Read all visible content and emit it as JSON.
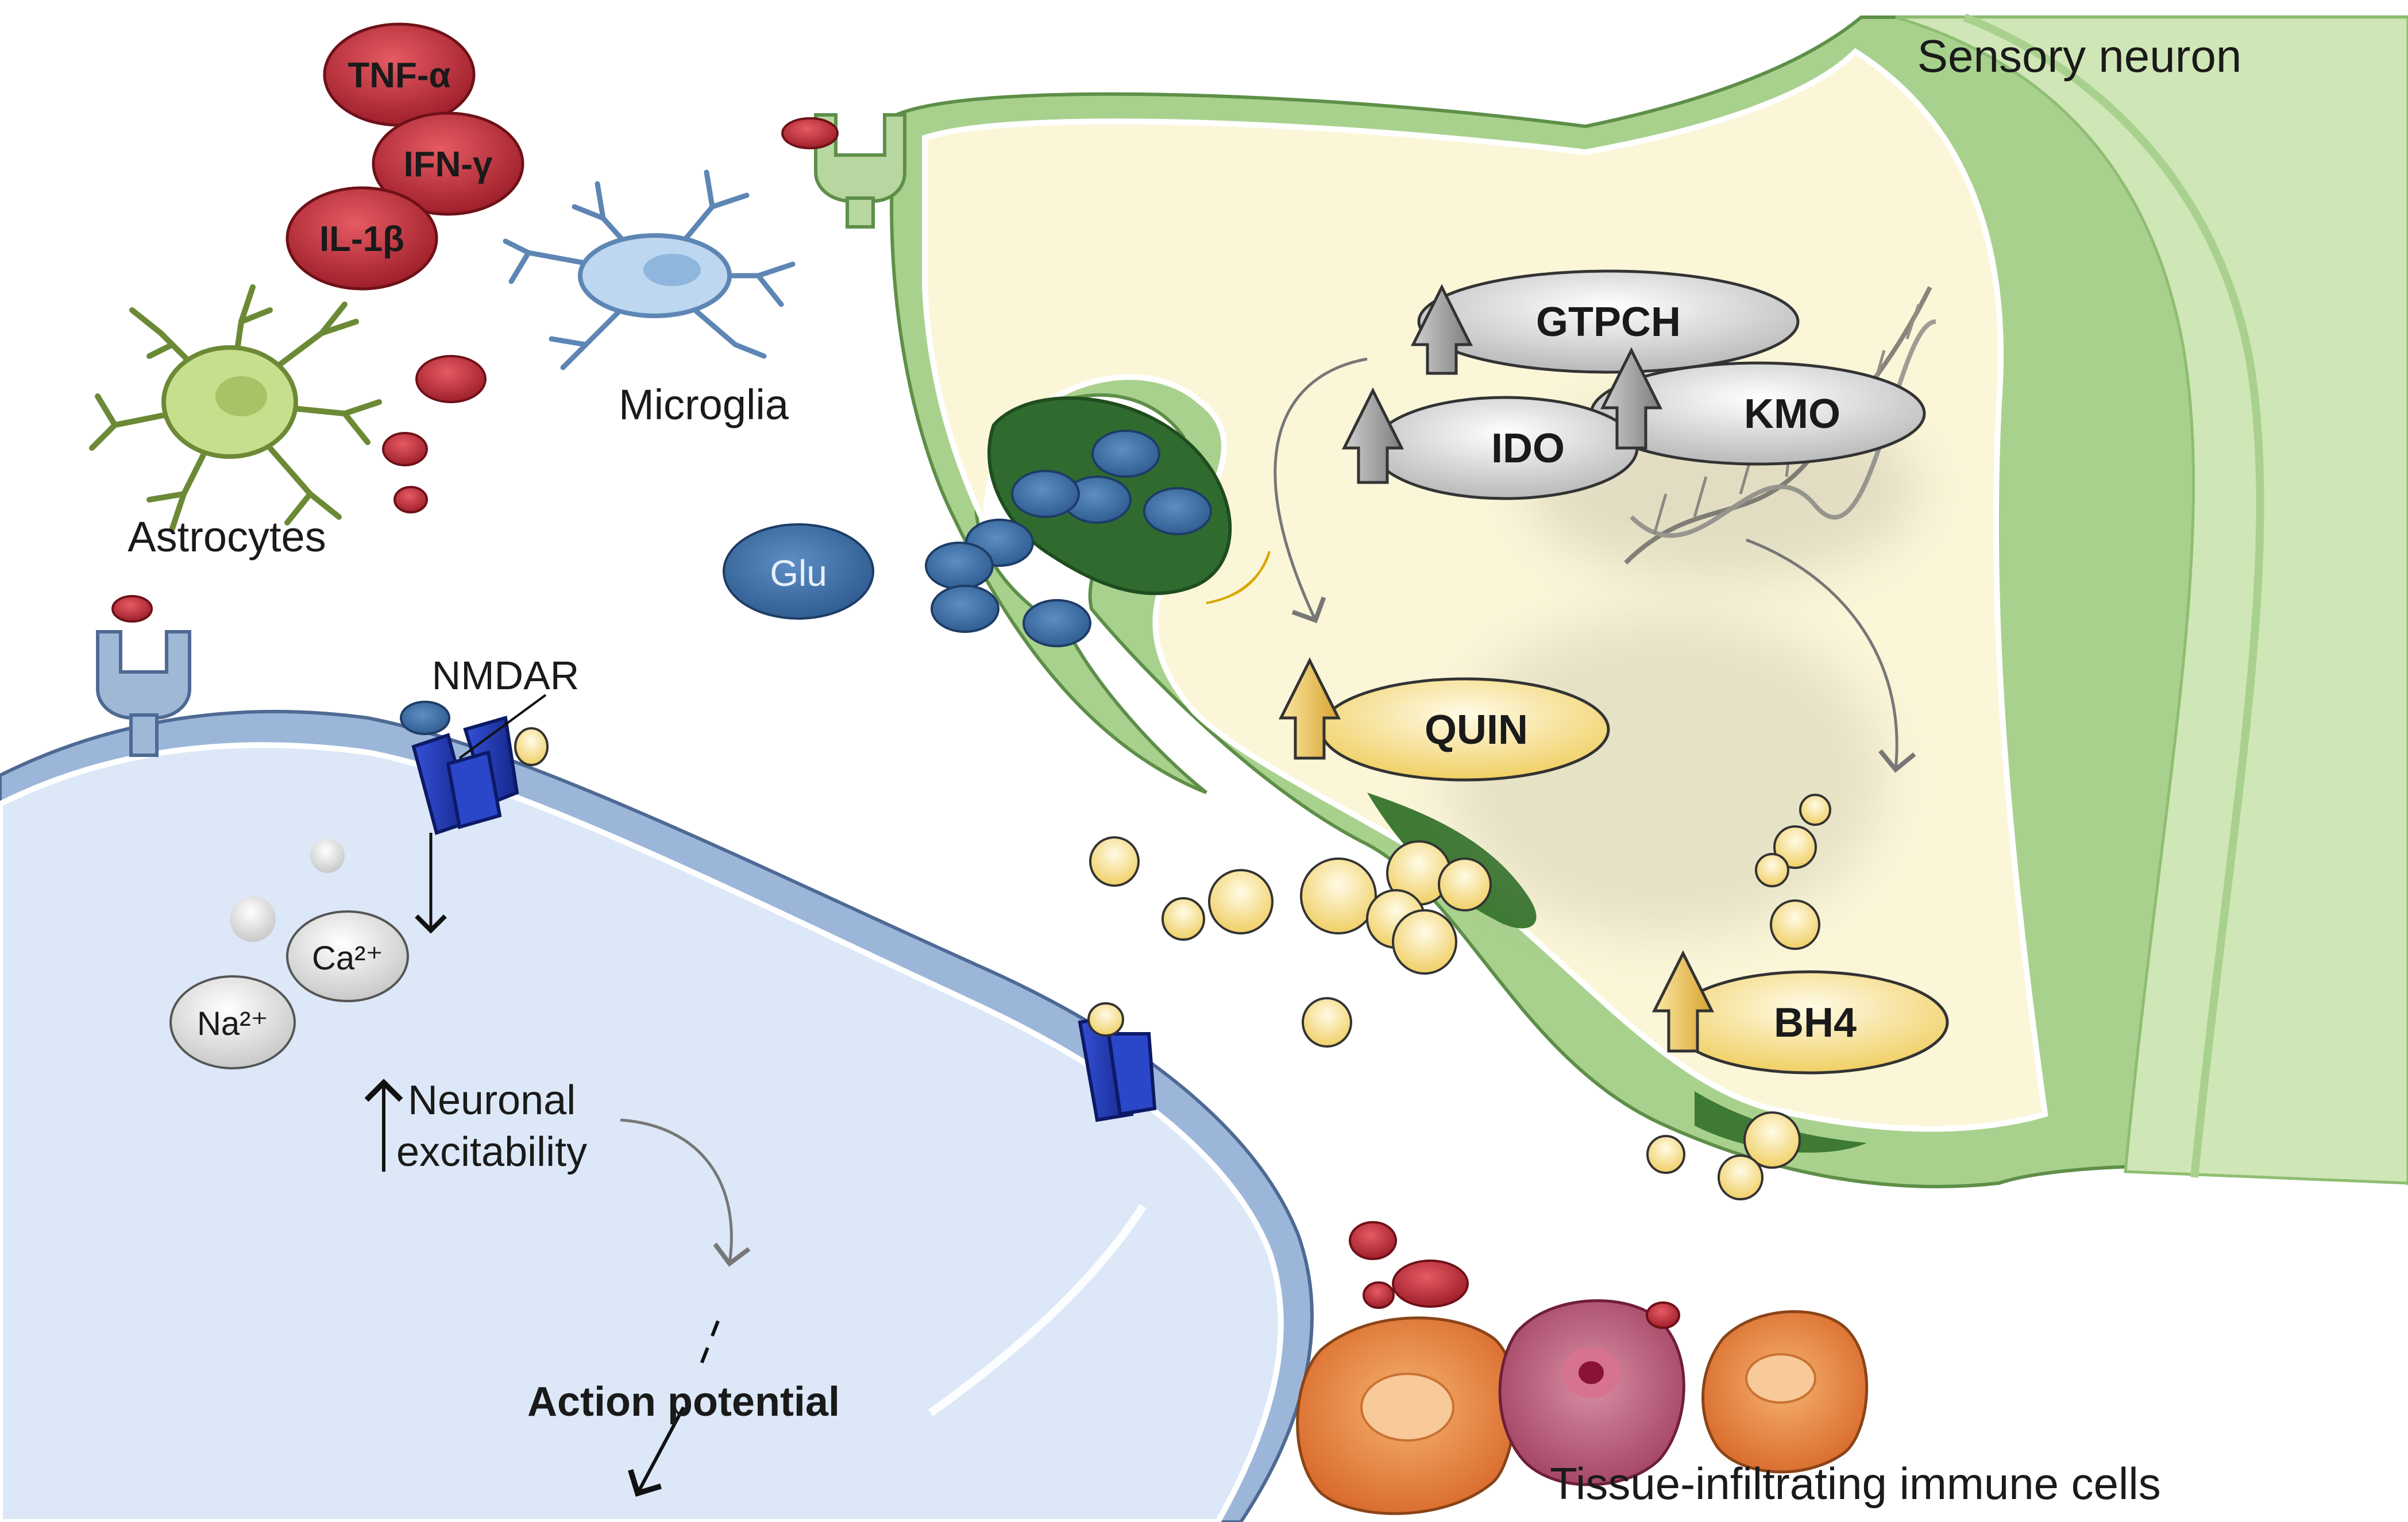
{
  "labels": {
    "sensory_neuron": "Sensory neuron",
    "microglia": "Microglia",
    "astrocytes": "Astrocytes",
    "glu": "Glu",
    "nmdar": "NMDAR",
    "ca": "Ca²⁺",
    "na": "Na²⁺",
    "neuronal": "Neuronal",
    "excitability": "excitability",
    "action_potential": "Action potential",
    "immune_cells": "Tissue-infiltrating immune cells"
  },
  "cytokines": [
    "TNF-α",
    "IFN-γ",
    "IL-1β"
  ],
  "enzymes": [
    "GTPCH",
    "IDO",
    "KMO"
  ],
  "metabolites": [
    "QUIN",
    "BH4"
  ],
  "colors": {
    "neuron_fill": "#fbf6d8",
    "neuron_membrane": "#a9d18e",
    "neuron_dark": "#4e8a3a",
    "postsyn_fill": "#dce8f7",
    "postsyn_membrane": "#9cb6da",
    "cytokine": "#c0323f",
    "vesicle_blue": "#3a6ea5",
    "yellow_particle": "#f4e39a",
    "channel_blue": "#1f3fbf",
    "immune_orange": "#e8843a",
    "immune_pink": "#b34a6a"
  },
  "icons": {
    "up_arrow": "up-arrow-icon",
    "receptor": "receptor-icon",
    "dna": "dna-helix-icon"
  }
}
